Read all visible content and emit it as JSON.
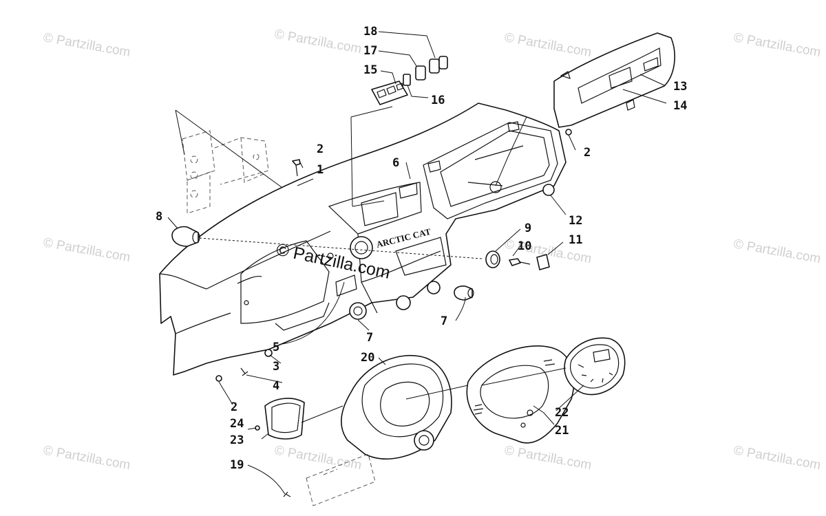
{
  "watermark": {
    "text": "© Partzilla.com",
    "center_text": "© Partzilla.com",
    "color": "#cfcfcf"
  },
  "decal_logo_text": "ARCTIC CAT",
  "callouts": [
    {
      "label": "1",
      "part": "dash-panel"
    },
    {
      "label": "2",
      "part": "push-rivet"
    },
    {
      "label": "2",
      "part": "push-rivet"
    },
    {
      "label": "2",
      "part": "push-rivet"
    },
    {
      "label": "3",
      "part": "nut"
    },
    {
      "label": "4",
      "part": "screw"
    },
    {
      "label": "5",
      "part": "glove-box-door"
    },
    {
      "label": "6",
      "part": "decal"
    },
    {
      "label": "7",
      "part": "power-outlet"
    },
    {
      "label": "7",
      "part": "power-outlet"
    },
    {
      "label": "8",
      "part": "power-outlet"
    },
    {
      "label": "9",
      "part": "bezel"
    },
    {
      "label": "10",
      "part": "key"
    },
    {
      "label": "11",
      "part": "ignition-switch"
    },
    {
      "label": "12",
      "part": "plug"
    },
    {
      "label": "13",
      "part": "storage-cover"
    },
    {
      "label": "14",
      "part": "decal"
    },
    {
      "label": "15",
      "part": "switch-housing"
    },
    {
      "label": "16",
      "part": "switch"
    },
    {
      "label": "17",
      "part": "switch"
    },
    {
      "label": "18",
      "part": "switch"
    },
    {
      "label": "19",
      "part": "screw"
    },
    {
      "label": "20",
      "part": "gauge-pod"
    },
    {
      "label": "21",
      "part": "gauge-decal"
    },
    {
      "label": "22",
      "part": "speedometer"
    },
    {
      "label": "23",
      "part": "bracket"
    },
    {
      "label": "24",
      "part": "screw"
    }
  ]
}
